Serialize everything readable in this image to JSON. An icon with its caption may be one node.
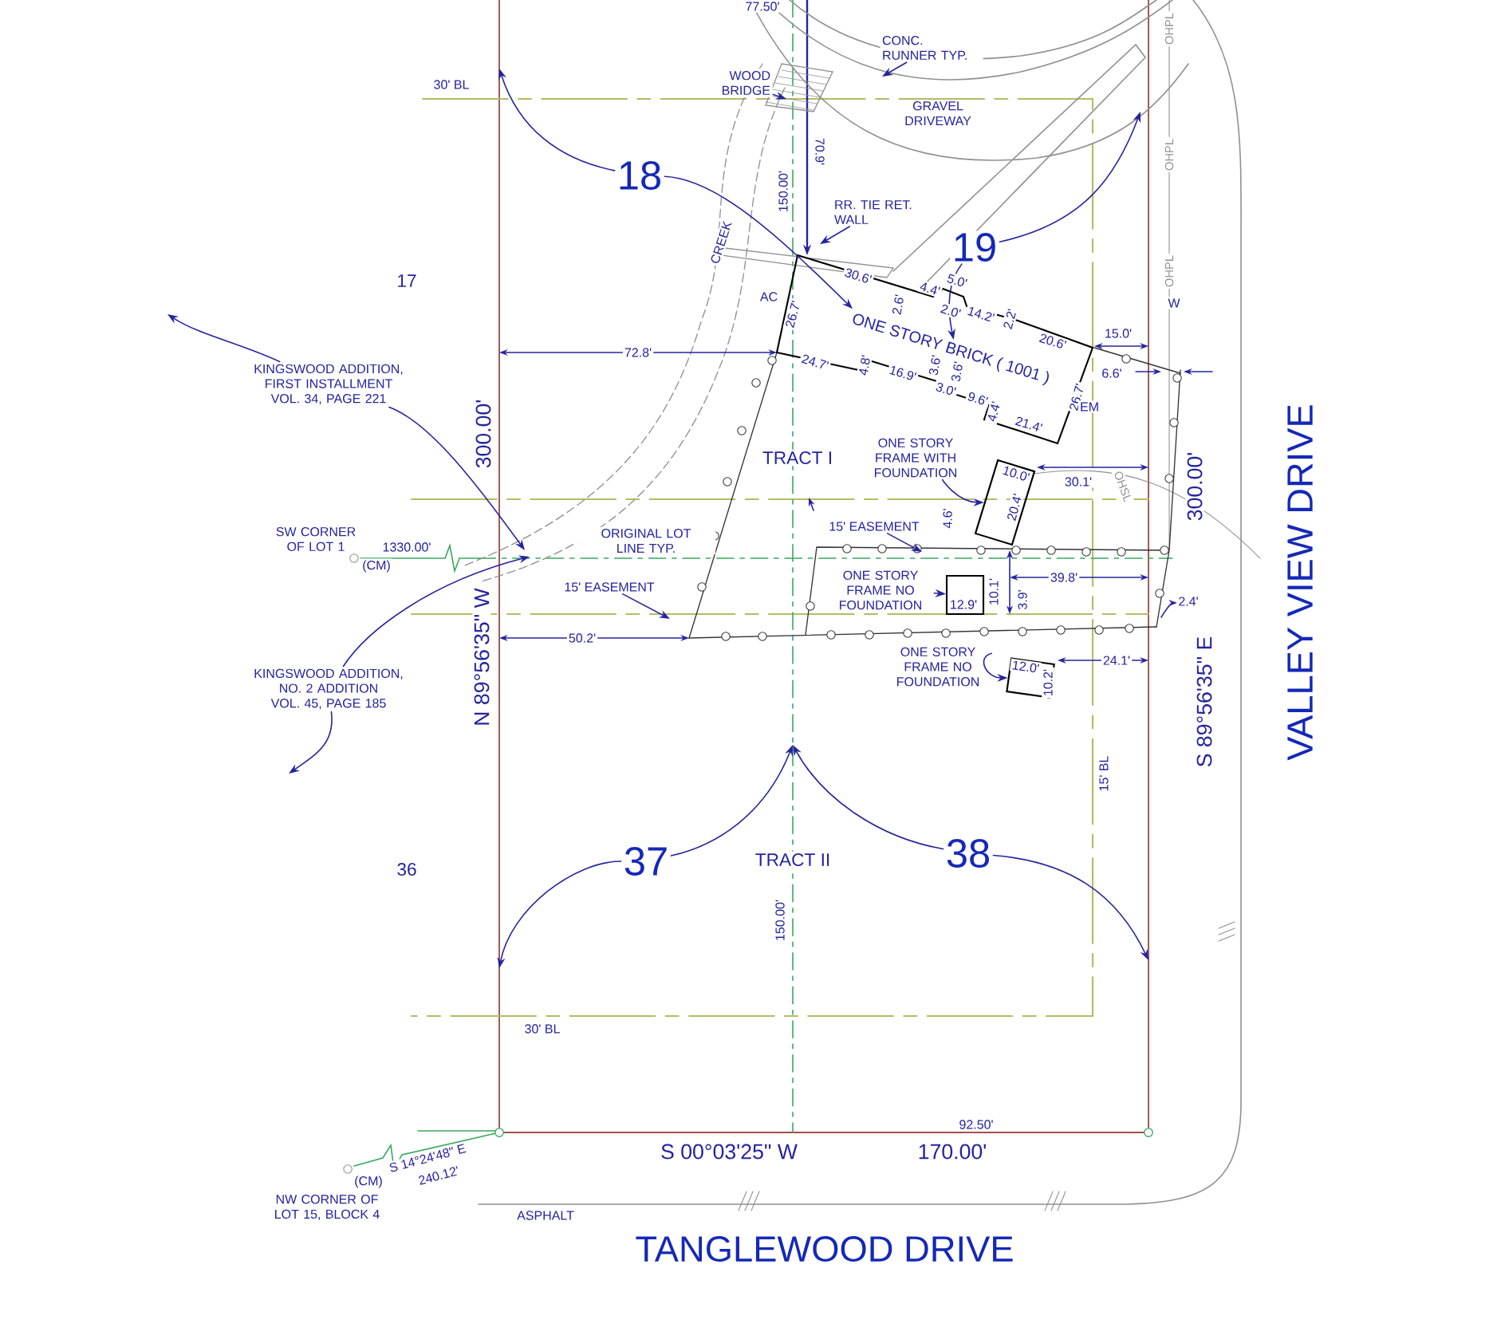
{
  "diagram": {
    "nodes": [
      {
        "text": [
          "CONC. RUNNER TYP."
        ]
      },
      {
        "text": [
          "WOOD BRIDGE"
        ]
      },
      {
        "text": [
          "18"
        ]
      },
      {
        "text": [
          "RR. TIE RET. WALL"
        ]
      },
      {
        "text": [
          "19"
        ]
      },
      {
        "text": [
          "ONE STORY BRICK ( 1001 )"
        ]
      },
      {
        "text": [
          "KINGSWOOD ADDITION, FIRST INSTALLMENT VOL. 34, PAGE 221"
        ]
      },
      {
        "text": [
          "ONE STORY FRAME WITH FOUNDATION"
        ]
      },
      {
        "text": [],
        "shape": "box"
      },
      {
        "text": [
          "15' EASEMENT"
        ]
      },
      {
        "text": [
          "15' EASEMENT"
        ]
      },
      {
        "text": [
          "ONE STORY FRAME NO FOUNDATION"
        ]
      },
      {
        "text": [],
        "shape": "box"
      },
      {
        "text": [
          "ONE STORY FRAME NO FOUNDATION"
        ]
      },
      {
        "text": [],
        "shape": "box"
      },
      {
        "text": [
          "KINGSWOOD ADDITION, NO. 2 ADDITION VOL. 45, PAGE 185"
        ]
      },
      {
        "text": [
          "37"
        ]
      },
      {
        "text": [
          "38"
        ]
      }
    ],
    "edges": [
      {
        "from": 0,
        "to": null,
        "arrow": "to"
      },
      {
        "from": 1,
        "to": null,
        "arrow": "to"
      },
      {
        "from": 2,
        "to": null,
        "arrow": "to"
      },
      {
        "from": 2,
        "to": 5,
        "arrow": "to"
      },
      {
        "from": 3,
        "to": null,
        "arrow": "to"
      },
      {
        "from": 4,
        "to": null,
        "arrow": "to"
      },
      {
        "from": 4,
        "to": 5,
        "arrow": "to"
      },
      {
        "from": 6,
        "to": null,
        "arrow": "to"
      },
      {
        "from": 6,
        "to": null,
        "arrow": "to"
      },
      {
        "from": 7,
        "to": 8,
        "arrow": "to"
      },
      {
        "from": 9,
        "to": null,
        "arrow": "to"
      },
      {
        "from": 10,
        "to": null,
        "arrow": "to"
      },
      {
        "from": 11,
        "to": 12,
        "arrow": "to"
      },
      {
        "from": 13,
        "to": 14,
        "arrow": "to"
      },
      {
        "from": 15,
        "to": null,
        "arrow": "to"
      },
      {
        "from": 15,
        "to": null,
        "arrow": "to"
      },
      {
        "from": 16,
        "to": null,
        "arrow": "to"
      },
      {
        "from": 16,
        "to": null,
        "arrow": "to"
      },
      {
        "from": 17,
        "to": null,
        "arrow": "to"
      },
      {
        "from": 17,
        "to": null,
        "arrow": "to"
      }
    ],
    "labels": [
      "77.50'",
      "OHPL",
      "30' BL",
      "GRAVEL DRIVEWAY",
      "150.00'",
      "70.9'",
      "OHPL",
      "CREEK",
      "OHPL",
      "17",
      "30.6'",
      "5.0'",
      "W",
      "AC",
      "26.7'",
      "4.4'",
      "2.6'",
      "2.0'",
      "14.2'",
      "2.2'",
      "20.6'",
      "15.0'",
      "72.8'",
      "6.6'",
      "24.7'",
      "4.8'",
      "16.9'",
      "3.6'",
      "3.6'",
      "3.0'",
      "9.6'",
      "4.4'",
      "26.7'",
      "EM",
      "21.4'",
      "300.00'",
      "TRACT I",
      "10.0'",
      "30.1'",
      "OHSL",
      "300.00'",
      "20.4'",
      "4.6'",
      "SW CORNER OF LOT 1",
      "ORIGINAL LOT LINE TYP.",
      "1330.00'",
      "(CM)",
      "N 89°56'35\" W",
      "39.8'",
      "12.9'",
      "10.1'",
      "3.9'",
      "2.4'",
      "50.2'",
      "12.0'",
      "24.1'",
      "10.2'",
      "S 89°56'35\" E",
      "VALLEY VIEW DRIVE",
      "15' BL",
      "36",
      "TRACT II",
      "150.00'",
      "30' BL",
      "92.50'",
      "S 00°03'25\" W",
      "170.00'",
      "S 14°24'48\" E",
      "240.12'",
      "(CM)",
      "NW CORNER OF LOT 15, BLOCK 4",
      "ASPHALT",
      "TANGLEWOOD DRIVE"
    ]
  }
}
